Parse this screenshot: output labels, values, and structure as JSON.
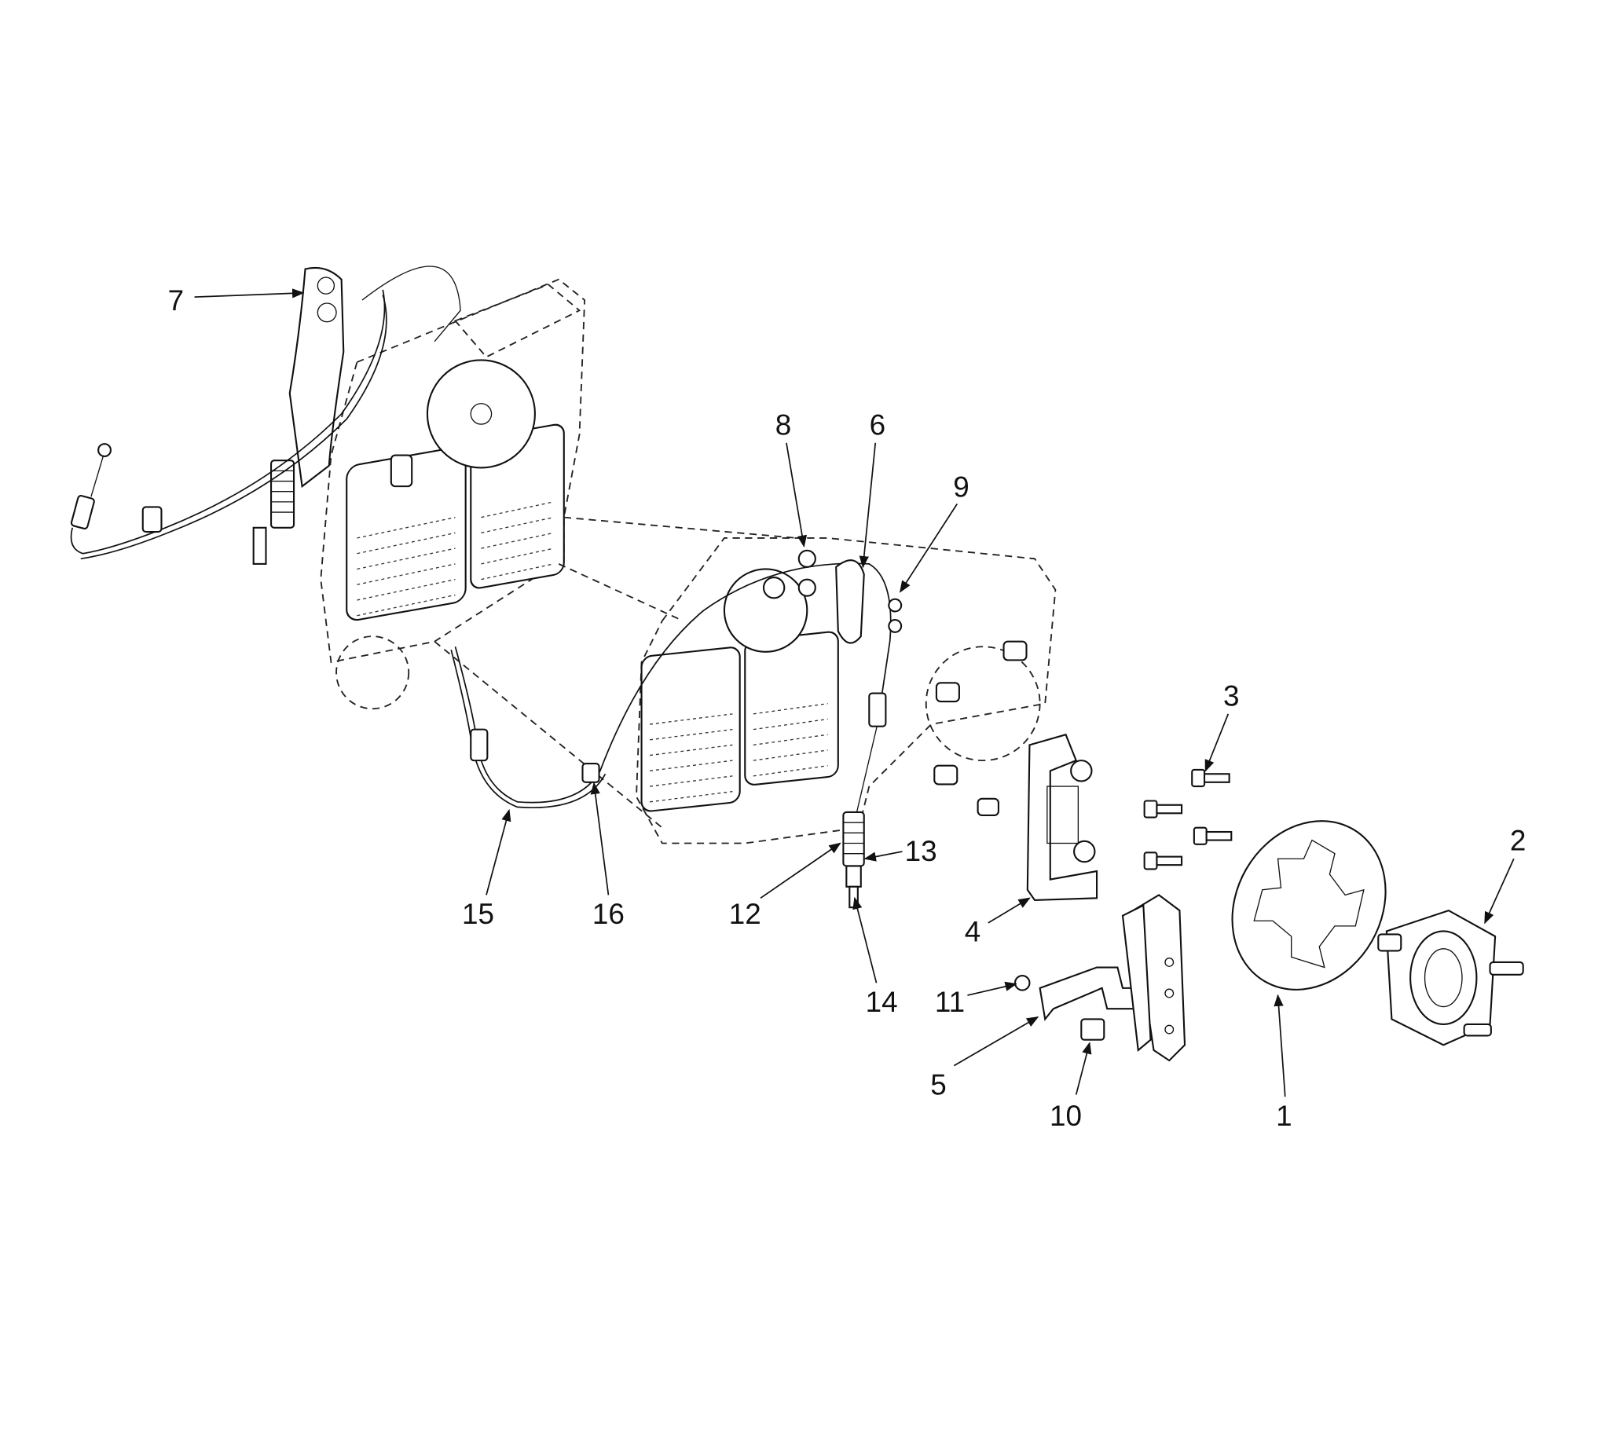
{
  "diagram": {
    "type": "exploded-parts-view",
    "callouts": {
      "c1": "1",
      "c2": "2",
      "c3": "3",
      "c4": "4",
      "c5": "5",
      "c6": "6",
      "c7": "7",
      "c8": "8",
      "c9": "9",
      "c10": "10",
      "c11": "11",
      "c12": "12",
      "c13": "13",
      "c14": "14",
      "c15": "15",
      "c16": "16"
    }
  }
}
